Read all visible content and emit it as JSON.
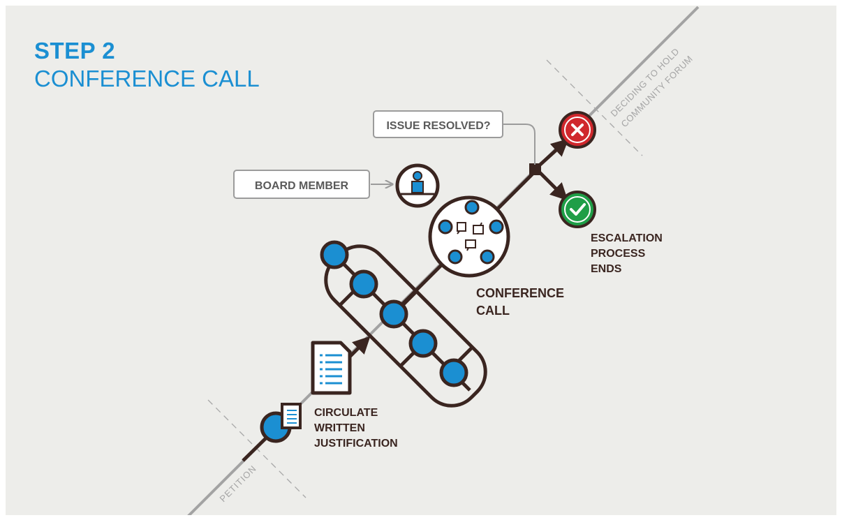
{
  "header": {
    "step": "STEP 2",
    "title": "CONFERENCE CALL"
  },
  "boundaries": {
    "start": "PETITION",
    "end_line1": "DECIDING TO HOLD",
    "end_line2": "COMMUNITY FORUM"
  },
  "callouts": {
    "board_member": "BOARD MEMBER",
    "issue_resolved": "ISSUE RESOLVED?"
  },
  "labels": {
    "circulate": [
      "CIRCULATE",
      "WRITTEN",
      "JUSTIFICATION"
    ],
    "conference": [
      "CONFERENCE",
      "CALL"
    ],
    "escalation": [
      "ESCALATION",
      "PROCESS",
      "ENDS"
    ]
  },
  "colors": {
    "background": "#ededea",
    "accent_blue": "#1b8fd2",
    "dark_brown": "#3a2520",
    "gray": "#9b9b9b",
    "reject_red": "#d0282d",
    "accept_green": "#1f9e47"
  },
  "icons": {
    "reject": "x-circle-icon",
    "accept": "check-circle-icon",
    "person": "person-icon",
    "document": "document-icon",
    "chat": "chat-bubbles-icon"
  }
}
